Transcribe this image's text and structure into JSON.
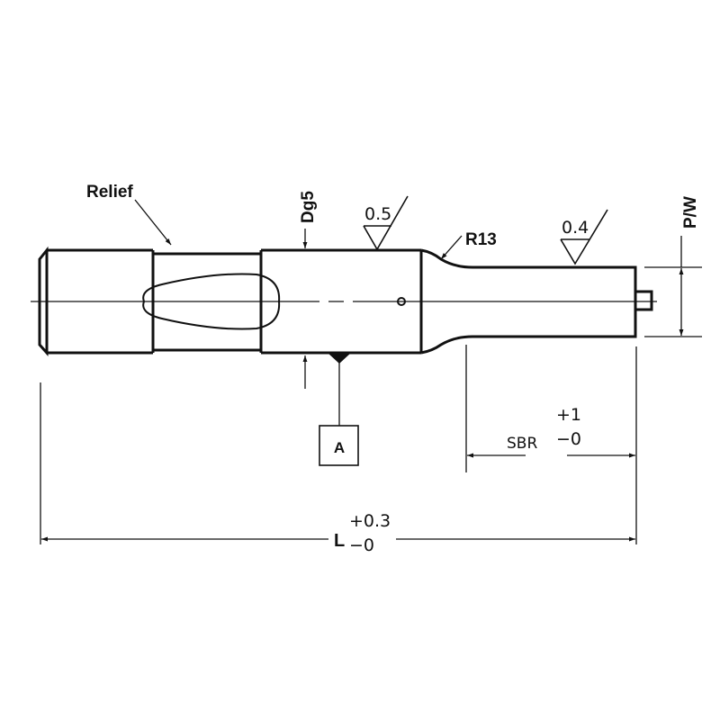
{
  "labels": {
    "relief": "Relief",
    "diameter": "Dg5",
    "roughness_body": "0.5",
    "roughness_shank": "0.4",
    "radius": "R13",
    "point_width": "P/W",
    "datum": "A",
    "sbr": "SBR",
    "sbr_tol_plus": "+1",
    "sbr_tol_minus": "−0",
    "length": "L",
    "length_tol_plus": "+0.3",
    "length_tol_minus": "−0"
  }
}
